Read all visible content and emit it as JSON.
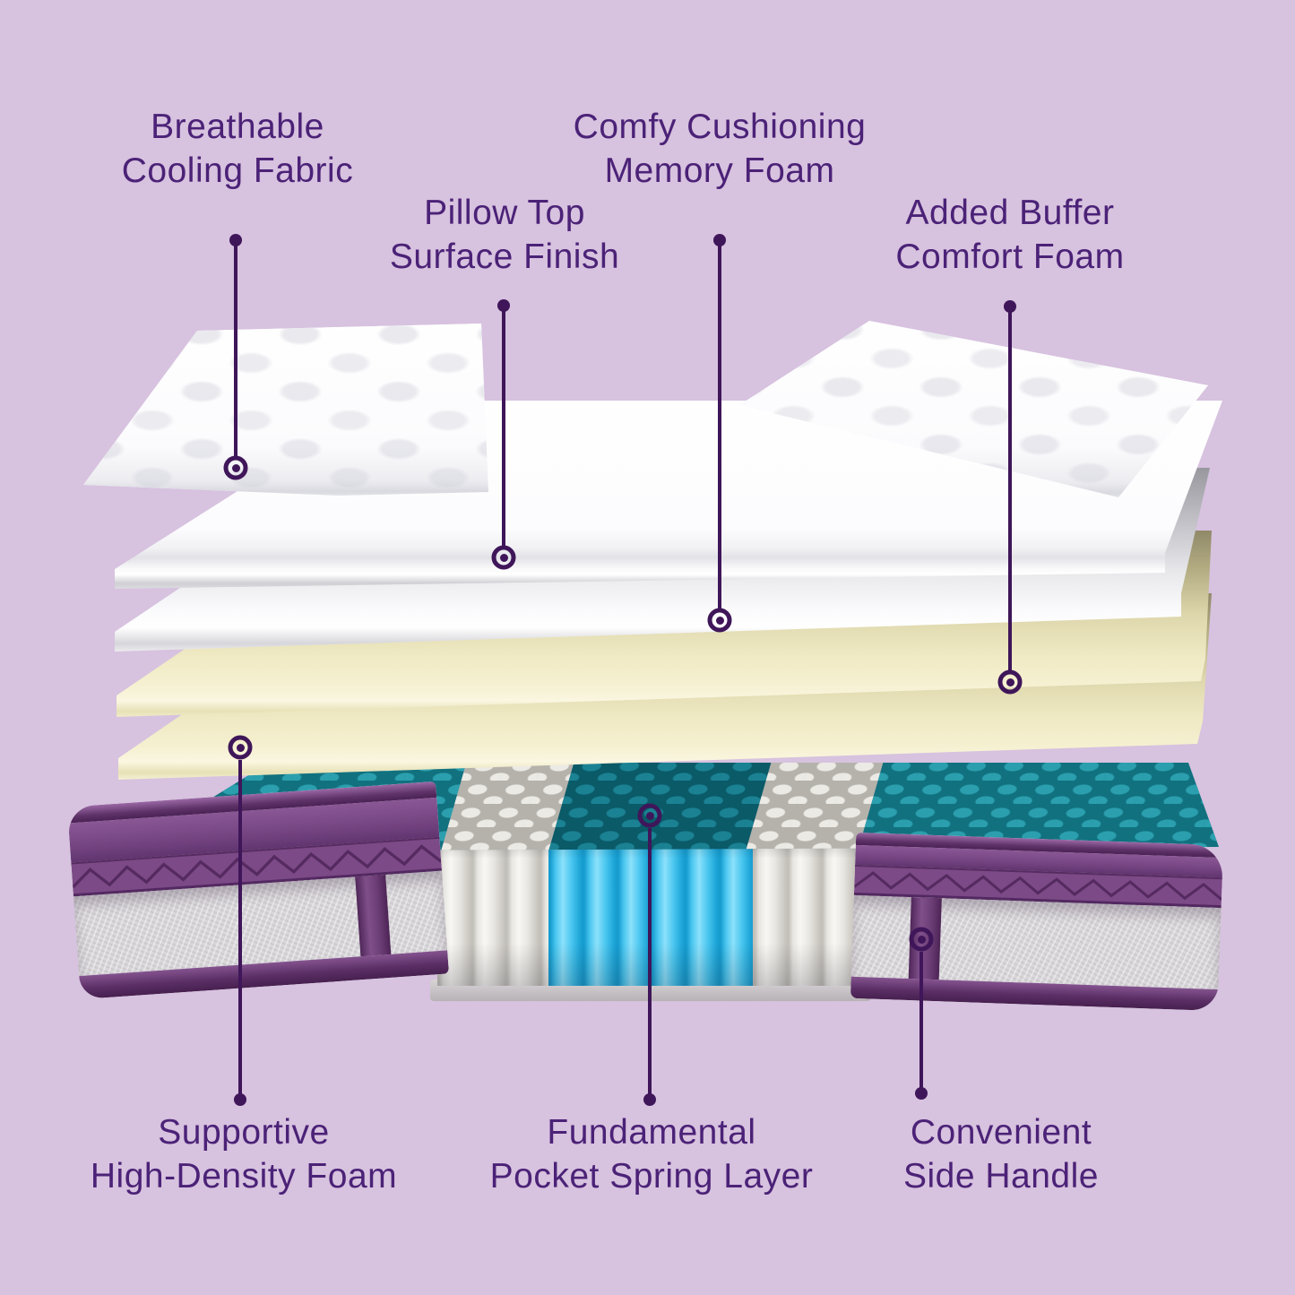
{
  "diagram": {
    "callouts": {
      "breathable": "Breathable\nCooling Fabric",
      "pillow_top": "Pillow Top\nSurface Finish",
      "memory_foam": "Comfy Cushioning\nMemory Foam",
      "buffer_foam": "Added Buffer\nComfort Foam",
      "high_density": "Supportive\nHigh-Density Foam",
      "pocket_spring": "Fundamental\nPocket Spring Layer",
      "side_handle": "Convenient\nSide Handle"
    },
    "colors": {
      "background": "#d7c2df",
      "label_text": "#4b2277",
      "callout_line": "#3f1659",
      "cream_foam": "#efe9c3",
      "foam_white": "#ffffff",
      "teal_coil_top": "#1f8d9e",
      "dark_teal_coil_top": "#0a5a68",
      "blue_spring": "#49c6ef",
      "white_spring": "#e8e6e1",
      "purple_trim": "#7c4a87",
      "fabric_gray": "#d8d6d9"
    }
  }
}
